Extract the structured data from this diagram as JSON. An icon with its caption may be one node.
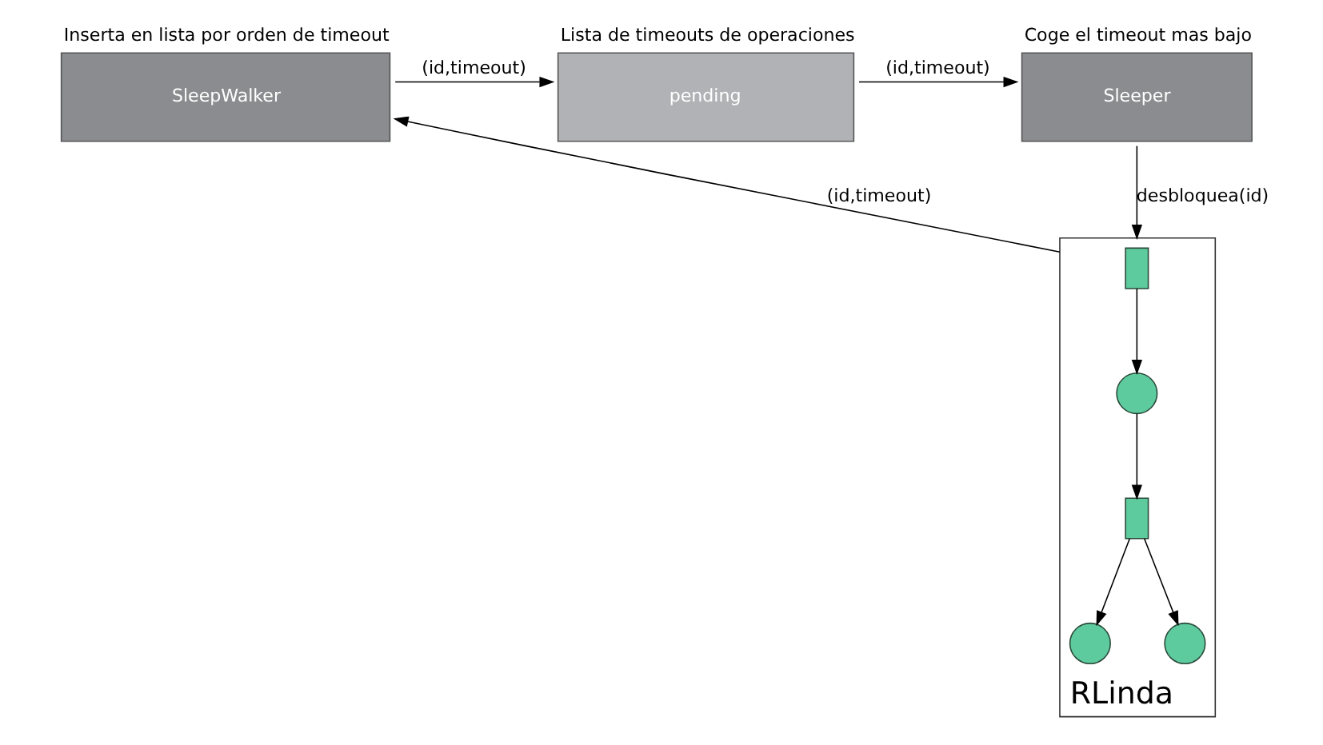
{
  "diagram": {
    "nodes": [
      {
        "text": [
          "SleepWalker"
        ],
        "beside": [
          "Inserta en lista por orden de timeout"
        ]
      },
      {
        "text": [
          "pending"
        ],
        "beside": [
          "Lista de timeouts de operaciones"
        ]
      },
      {
        "text": [
          "Sleeper"
        ],
        "beside": [
          "Coge el timeout mas bajo"
        ]
      },
      {
        "text": [
          "RLinda"
        ]
      },
      {
        "text": [],
        "shape": "box",
        "in": 3
      },
      {
        "text": [],
        "shape": "circle",
        "in": 3
      },
      {
        "text": [],
        "shape": "box",
        "in": 3
      },
      {
        "text": [],
        "shape": "circle",
        "in": 3
      },
      {
        "text": [],
        "shape": "circle",
        "in": 3
      }
    ],
    "edges": [
      {
        "from": 0,
        "to": 1,
        "arrow": "to",
        "label": "(id,timeout)"
      },
      {
        "from": 1,
        "to": 2,
        "arrow": "to",
        "label": "(id,timeout)"
      },
      {
        "from": 3,
        "to": 0,
        "arrow": "to",
        "label": "(id,timeout)"
      },
      {
        "from": 2,
        "to": 3,
        "arrow": "to",
        "label": "desbloquea(id)"
      },
      {
        "from": 4,
        "to": 5,
        "arrow": "to"
      },
      {
        "from": 5,
        "to": 6,
        "arrow": "to"
      },
      {
        "from": 6,
        "to": 7,
        "arrow": "to"
      },
      {
        "from": 6,
        "to": 8,
        "arrow": "to"
      }
    ]
  }
}
